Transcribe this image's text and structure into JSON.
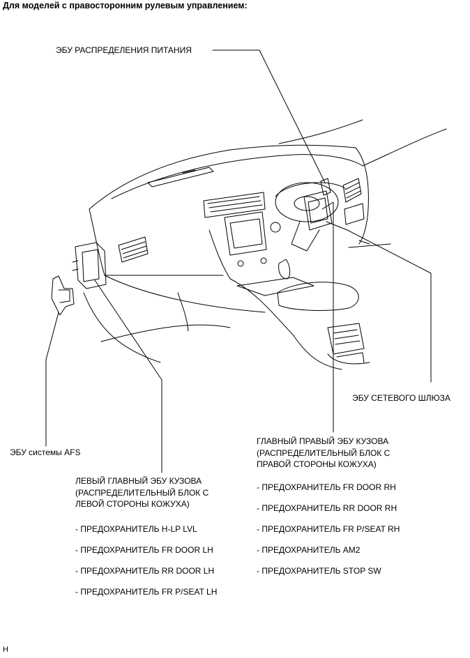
{
  "heading": "Для моделей с правосторонним рулевым управлением:",
  "labels": {
    "power_ecu": "ЭБУ РАСПРЕДЕЛЕНИЯ ПИТАНИЯ",
    "gateway_ecu": "ЭБУ СЕТЕВОГО ШЛЮЗА",
    "afs_ecu": "ЭБУ системы AFS"
  },
  "right_body_ecu": {
    "title_lines": [
      "ГЛАВНЫЙ ПРАВЫЙ ЭБУ КУЗОВА",
      "(РАСПРЕДЕЛИТЕЛЬНЫЙ БЛОК С",
      "ПРАВОЙ СТОРОНЫ КОЖУХА)"
    ],
    "fuses": [
      "- ПРЕДОХРАНИТЕЛЬ FR DOOR RH",
      "- ПРЕДОХРАНИТЕЛЬ RR DOOR RH",
      "- ПРЕДОХРАНИТЕЛЬ FR P/SEAT RH",
      "- ПРЕДОХРАНИТЕЛЬ AM2",
      "- ПРЕДОХРАНИТЕЛЬ STOP SW"
    ]
  },
  "left_body_ecu": {
    "title_lines": [
      "ЛЕВЫЙ ГЛАВНЫЙ ЭБУ КУЗОВА",
      "(РАСПРЕДЕЛИТЕЛЬНЫЙ БЛОК С",
      "ЛЕВОЙ СТОРОНЫ КОЖУХА)"
    ],
    "fuses": [
      "- ПРЕДОХРАНИТЕЛЬ H-LP LVL",
      "- ПРЕДОХРАНИТЕЛЬ FR DOOR LH",
      "- ПРЕДОХРАНИТЕЛЬ RR DOOR LH",
      "- ПРЕДОХРАНИТЕЛЬ FR P/SEAT LH"
    ]
  },
  "footer": "H",
  "colors": {
    "ink": "#000000",
    "background": "#ffffff"
  }
}
